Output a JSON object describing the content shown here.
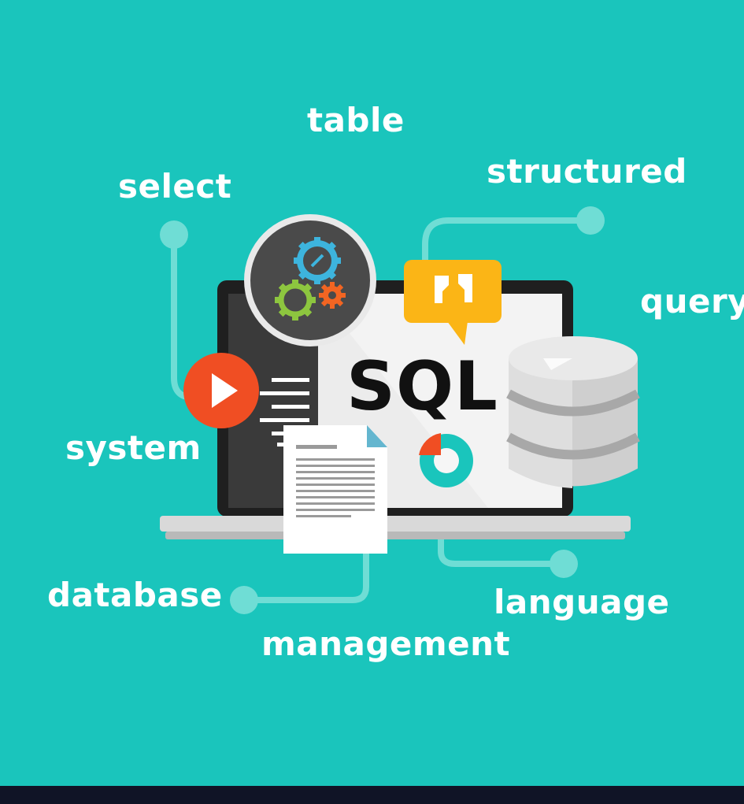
{
  "labels": {
    "table": "table",
    "select": "select",
    "structured": "structured",
    "query": "query",
    "system": "system",
    "database": "database",
    "management": "management",
    "language": "language"
  },
  "screen": {
    "sql": "SQL"
  },
  "icons": [
    "gears-icon",
    "play-icon",
    "chat-bubble-icon",
    "database-cylinder-icon",
    "document-icon",
    "pie-chart-icon",
    "laptop-icon"
  ],
  "colors": {
    "background": "#1ac5bc",
    "connector": "#6fddd5",
    "play": "#f04e23",
    "bubble": "#fbb516",
    "gear_blue": "#3db4dd",
    "gear_green": "#8dc63f",
    "gear_orange": "#f26522"
  }
}
